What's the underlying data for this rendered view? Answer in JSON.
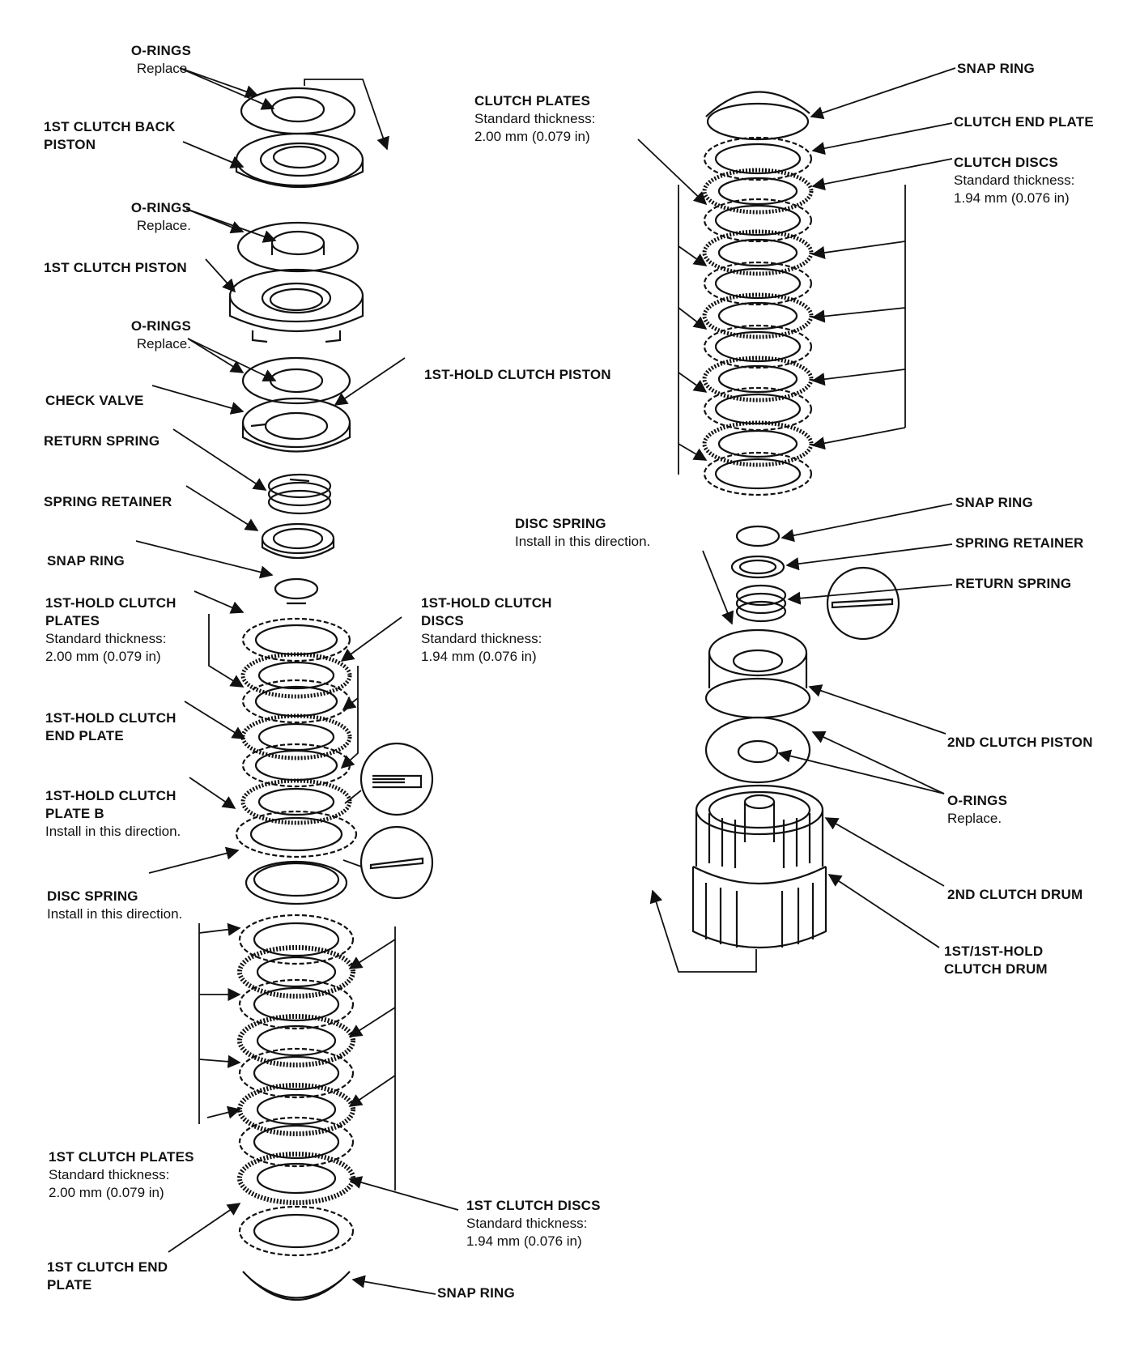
{
  "labels": {
    "o_rings_1": {
      "title": "O-RINGS",
      "note": "Replace."
    },
    "first_clutch_back_piston": {
      "title_1": "1ST CLUTCH BACK",
      "title_2": "PISTON"
    },
    "o_rings_2": {
      "title": "O-RINGS",
      "note": "Replace."
    },
    "first_clutch_piston": {
      "title": "1ST CLUTCH PISTON"
    },
    "o_rings_3": {
      "title": "O-RINGS",
      "note": "Replace."
    },
    "check_valve": {
      "title": "CHECK VALVE"
    },
    "return_spring_left": {
      "title": "RETURN SPRING"
    },
    "spring_retainer_left": {
      "title": "SPRING RETAINER"
    },
    "snap_ring_left_top": {
      "title": "SNAP RING"
    },
    "first_hold_clutch_plates": {
      "title_1": "1ST-HOLD CLUTCH",
      "title_2": "PLATES",
      "note_1": "Standard thickness:",
      "note_2": "2.00 mm (0.079 in)"
    },
    "first_hold_clutch_end_plate": {
      "title_1": "1ST-HOLD CLUTCH",
      "title_2": "END PLATE"
    },
    "first_hold_clutch_plate_b": {
      "title_1": "1ST-HOLD CLUTCH",
      "title_2": "PLATE B",
      "note": "Install in this direction."
    },
    "disc_spring_left": {
      "title": "DISC SPRING",
      "note": "Install in this direction."
    },
    "first_clutch_plates": {
      "title": "1ST CLUTCH PLATES",
      "note_1": "Standard thickness:",
      "note_2": "2.00 mm (0.079 in)"
    },
    "first_clutch_end_plate": {
      "title_1": "1ST CLUTCH END",
      "title_2": "PLATE"
    },
    "snap_ring_left_bottom": {
      "title": "SNAP RING"
    },
    "first_clutch_discs": {
      "title": "1ST CLUTCH DISCS",
      "note_1": "Standard thickness:",
      "note_2": "1.94 mm (0.076 in)"
    },
    "first_hold_clutch_discs": {
      "title_1": "1ST-HOLD CLUTCH",
      "title_2": "DISCS",
      "note_1": "Standard thickness:",
      "note_2": "1.94 mm (0.076 in)"
    },
    "first_hold_clutch_piston": {
      "title": "1ST-HOLD CLUTCH PISTON"
    },
    "clutch_plates": {
      "title": "CLUTCH PLATES",
      "note_1": "Standard thickness:",
      "note_2": "2.00 mm (0.079 in)"
    },
    "disc_spring_right": {
      "title": "DISC SPRING",
      "note": "Install in this direction."
    },
    "snap_ring_right_top": {
      "title": "SNAP RING"
    },
    "clutch_end_plate": {
      "title": "CLUTCH END PLATE"
    },
    "clutch_discs": {
      "title": "CLUTCH DISCS",
      "note_1": "Standard thickness:",
      "note_2": "1.94 mm (0.076 in)"
    },
    "snap_ring_right_mid": {
      "title": "SNAP RING"
    },
    "spring_retainer_right": {
      "title": "SPRING RETAINER"
    },
    "return_spring_right": {
      "title": "RETURN SPRING"
    },
    "second_clutch_piston": {
      "title": "2ND CLUTCH PISTON"
    },
    "o_rings_right": {
      "title": "O-RINGS",
      "note": "Replace."
    },
    "second_clutch_drum": {
      "title": "2ND CLUTCH DRUM"
    },
    "first_clutch_drum": {
      "title_1": "1ST/1ST-HOLD",
      "title_2": "CLUTCH DRUM"
    }
  }
}
